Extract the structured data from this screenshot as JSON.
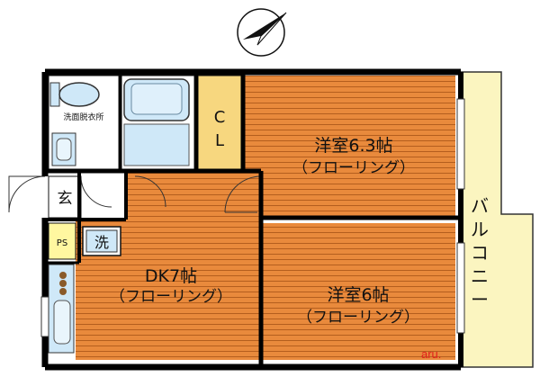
{
  "rooms": {
    "western1": {
      "name": "洋室6.3帖",
      "floor": "（フローリング）"
    },
    "western2": {
      "name": "洋室6帖",
      "floor": "（フローリング）"
    },
    "dk": {
      "name": "DK7帖",
      "floor": "（フローリング）"
    },
    "closet_c": "C",
    "closet_l": "L",
    "balcony": [
      "バ",
      "ル",
      "コ",
      "ニ",
      "ー"
    ],
    "washroom": "洗面脱衣所",
    "entrance": "玄",
    "ps": "PS",
    "washer": "洗"
  },
  "watermark": "aru.",
  "icons": [
    "compass-north-arrow-icon"
  ],
  "colors": {
    "floor": "#e98a3c",
    "floor_line": "#b45e1e",
    "closet": "#f7d77f",
    "bath": "#cfe8f8",
    "balcony": "#fbf5c0",
    "wall": "#000000",
    "watermark": "#e0201c"
  }
}
